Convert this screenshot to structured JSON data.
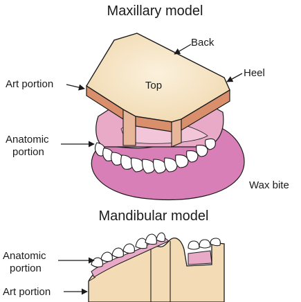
{
  "maxillary": {
    "title": "Maxillary model",
    "labels": {
      "top": "Top",
      "back": "Back",
      "heel": "Heel",
      "art_portion": "Art portion",
      "anatomic_line1": "Anatomic",
      "anatomic_line2": "portion",
      "wax_bite": "Wax bite"
    }
  },
  "mandibular": {
    "title": "Mandibular model",
    "labels": {
      "anatomic_line1": "Anatomic",
      "anatomic_line2": "portion",
      "art_portion": "Art portion"
    }
  },
  "colors": {
    "plaster": "#f3dcb5",
    "plaster_side": "#d9926e",
    "gum": "#e6a9c4",
    "wax": "#d97fb7",
    "tooth": "#ffffff",
    "outline": "#1a1a1a"
  }
}
